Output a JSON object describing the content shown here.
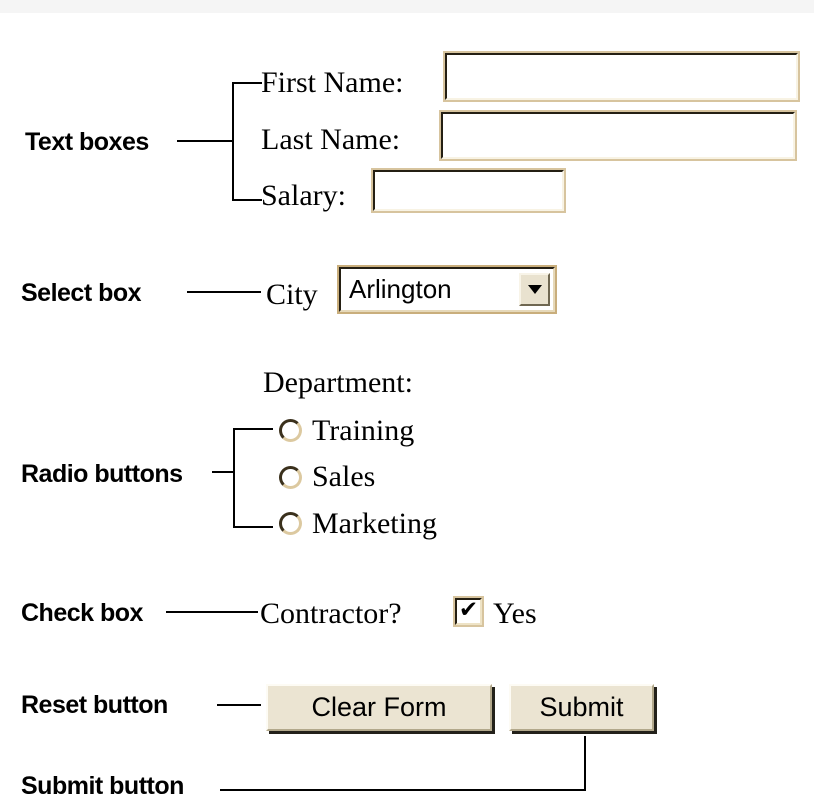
{
  "page": {
    "background": "#ffffff",
    "top_strip_color": "#f5f5f5"
  },
  "colors": {
    "text": "#000000",
    "tan_ring": "#d7c49e",
    "dark_border": "#241f13",
    "button_face": "#ebe4d2",
    "button_shadow": "#23211a"
  },
  "annotations": {
    "text_boxes": {
      "label": "Text boxes"
    },
    "select_box": {
      "label": "Select box"
    },
    "radio_buttons": {
      "label": "Radio buttons"
    },
    "check_box": {
      "label": "Check box"
    },
    "reset_button": {
      "label": "Reset button"
    },
    "submit_button": {
      "label": "Submit button"
    }
  },
  "form": {
    "first_name": {
      "label": "First Name:",
      "value": ""
    },
    "last_name": {
      "label": "Last Name:",
      "value": ""
    },
    "salary": {
      "label": "Salary:",
      "value": ""
    },
    "city": {
      "label": "City",
      "selected_option": "Arlington"
    },
    "department": {
      "label": "Department:",
      "options": [
        {
          "label": "Training",
          "checked": false
        },
        {
          "label": "Sales",
          "checked": false
        },
        {
          "label": "Marketing",
          "checked": false
        }
      ]
    },
    "contractor": {
      "label": "Contractor?",
      "option_label": "Yes",
      "checked": true
    },
    "buttons": {
      "reset": "Clear Form",
      "submit": "Submit"
    }
  },
  "icons": {
    "dropdown_arrow": "▼",
    "checkmark": "✔"
  }
}
